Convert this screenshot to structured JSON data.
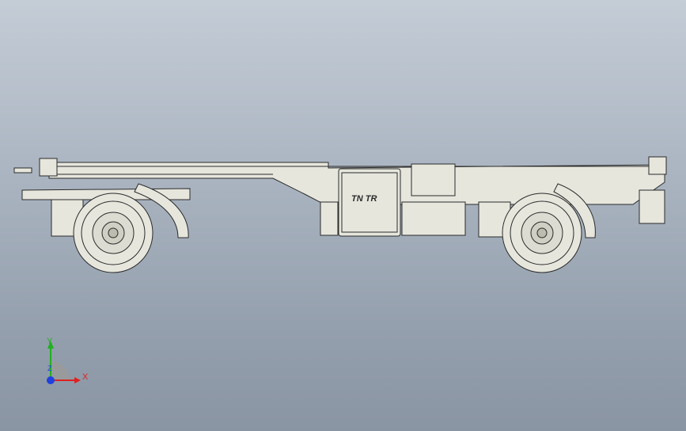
{
  "viewport": {
    "background_top": "#c4ccd6",
    "background_bottom": "#8a95a3"
  },
  "model": {
    "description_icon": "trailer-chassis",
    "tank_label": "TN TR",
    "body_color": "#e6e6dd",
    "line_color": "#2b2b2b"
  },
  "triad": {
    "x_label": "X",
    "y_label": "Y",
    "z_label": "Z",
    "x_color": "#e02020",
    "y_color": "#20b020",
    "z_color": "#2040e0"
  }
}
